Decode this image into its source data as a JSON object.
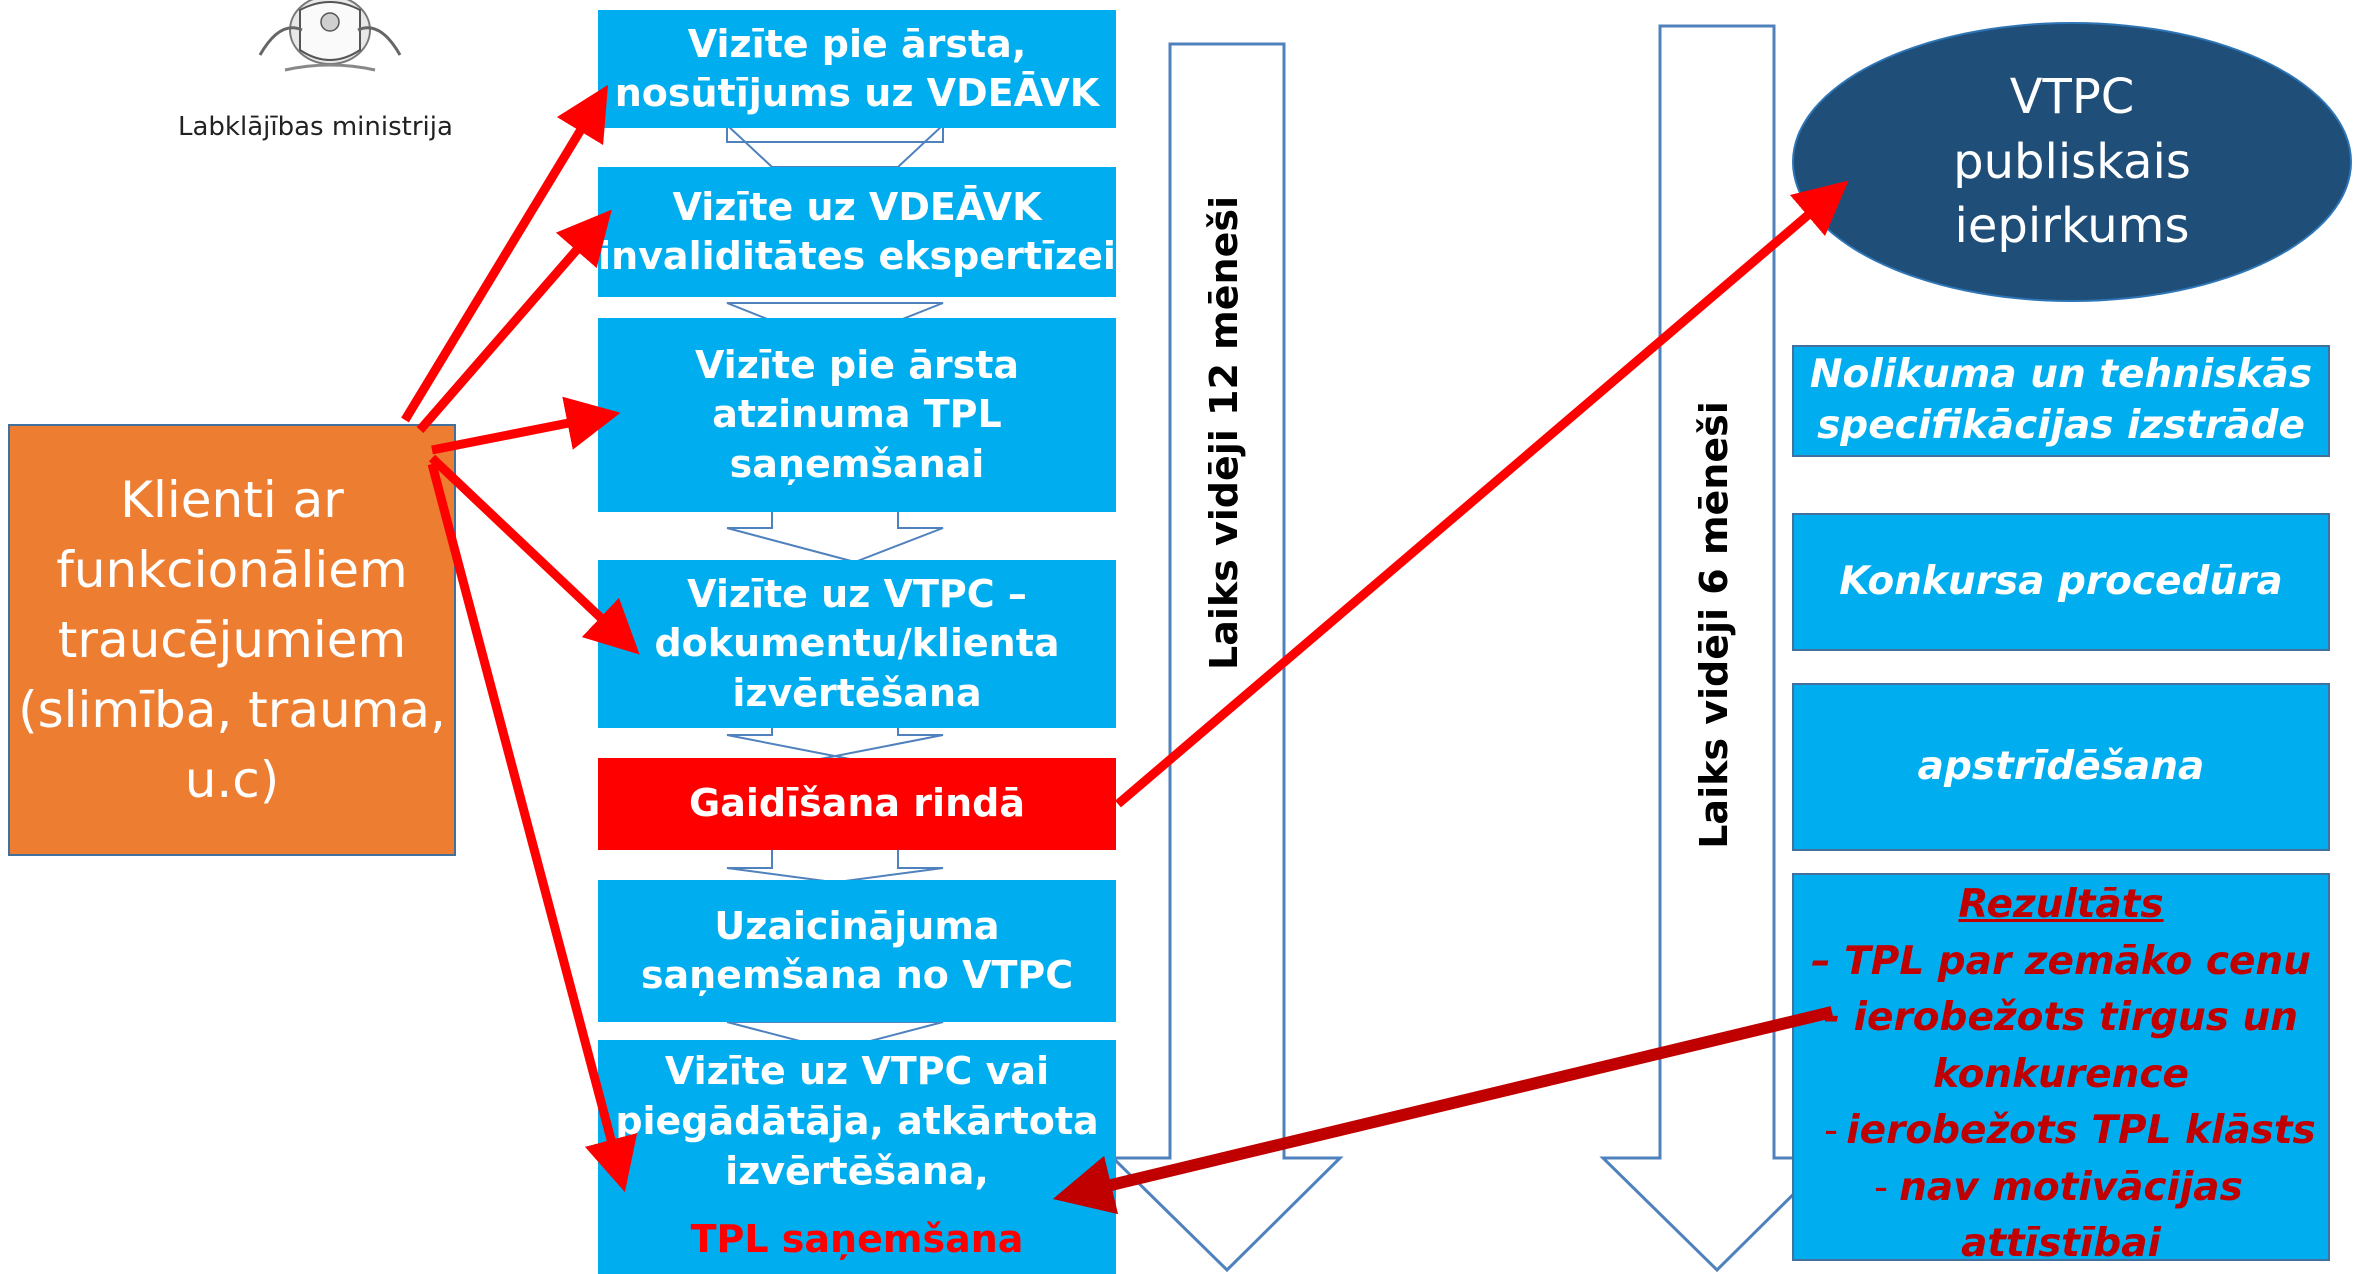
{
  "logo": {
    "ministry": "Labklājības ministrija"
  },
  "client": {
    "text": "Klienti ar funkcionāliem traucējumiem (slimība, trauma, u.c)"
  },
  "steps": [
    "Vizīte pie ārsta,\nnosūtījums uz VDEĀVK",
    "Vizīte uz VDEĀVK\ninvaliditātes ekspertīzei",
    "Vizīte pie ārsta\natzinuma TPL\nsaņemšanai",
    "Vizīte uz VTPC –\ndokumentu/klienta\nizvērtēšana",
    "Uzaicinājuma\nsaņemšana no VTPC",
    "Vizīte uz VTPC vai\npiegādātāja, atkārtota\nizvērtēšana,"
  ],
  "step_final_highlight": "TPL saņemšana",
  "waiting": "Gaidīšana rindā",
  "timeline_left": "Laiks vidēji 12 mēneši",
  "timeline_right": "Laiks vidēji 6 mēneši",
  "procurement": "VTPC publiskais iepirkums",
  "right_boxes": [
    "Nolikuma un tehniskās specifikācijas izstrāde",
    "Konkursa procedūra",
    "apstrīdēšana"
  ],
  "result": {
    "title": "Rezultāts",
    "lines": [
      "– TPL par zemāko cenu",
      "- ierobežots tirgus un",
      "konkurence",
      "ierobežots TPL klāsts",
      "nav motivācijas",
      "attīstībai"
    ],
    "bullets": [
      "",
      "",
      "",
      "-",
      "-",
      ""
    ]
  },
  "colors": {
    "step": "#00aeef",
    "wait": "#ff0000",
    "client": "#ed7d31",
    "ellipse": "#1f4e79",
    "arrow_red": "#ff0000",
    "arrow_dark": "#c00000"
  }
}
